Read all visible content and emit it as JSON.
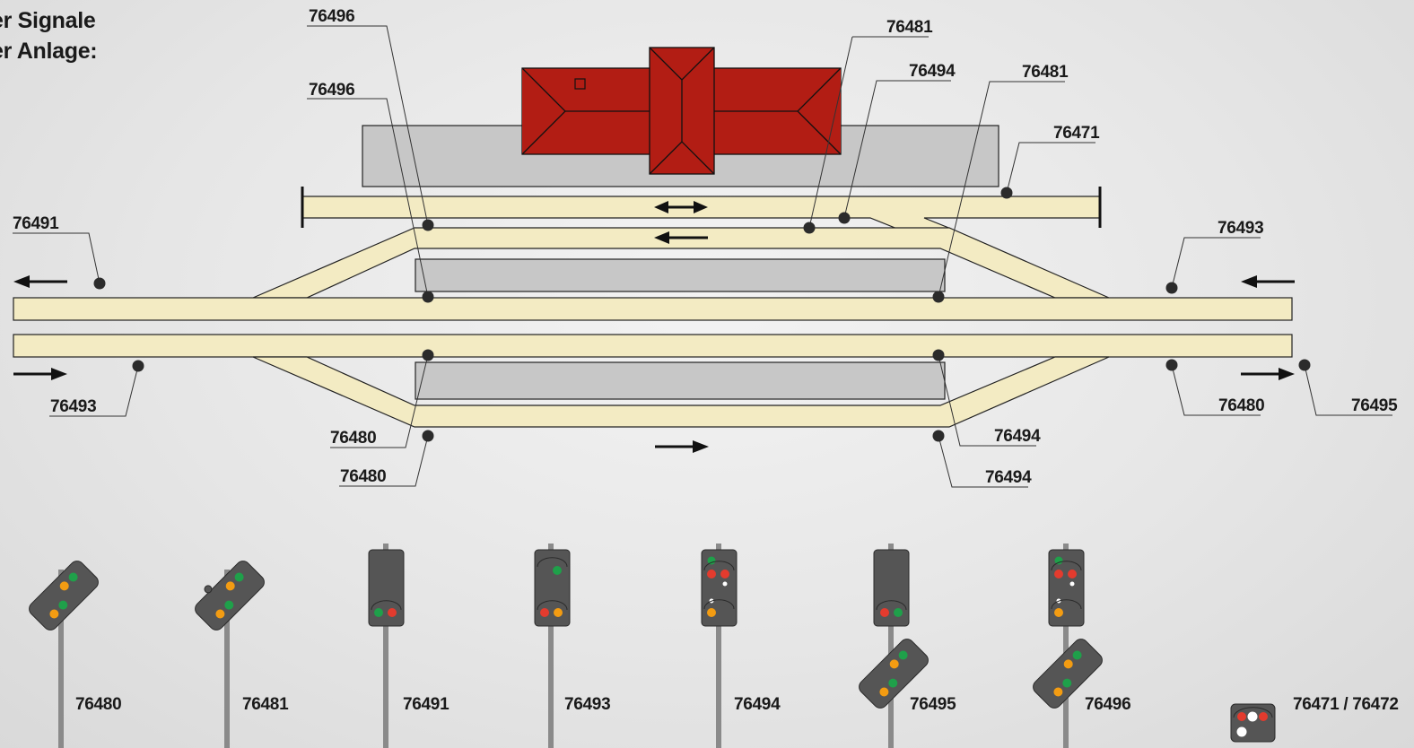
{
  "title": {
    "line1": "er Signale",
    "line2": "er Anlage:"
  },
  "colors": {
    "track_fill": "#f3ebc3",
    "platform_fill": "#c7c7c7",
    "roof_fill": "#b21d14",
    "signal_body": "#555555",
    "lamp_red": "#e33b2e",
    "lamp_green": "#1fa04a",
    "lamp_orange": "#f39c12",
    "lamp_white": "#ffffff"
  },
  "callouts": {
    "c1": "76496",
    "c2": "76496",
    "c3": "76481",
    "c4": "76494",
    "c5": "76481",
    "c6": "76471",
    "c7": "76491",
    "c8": "76493",
    "c9": "76493",
    "c10": "76480",
    "c11": "76495",
    "c12": "76480",
    "c13": "76480",
    "c14": "76494",
    "c15": "76494"
  },
  "legend": {
    "s1": "76480",
    "s2": "76481",
    "s3": "76491",
    "s4": "76493",
    "s5": "76494",
    "s6": "76495",
    "s7": "76496",
    "s8": "76471 / 76472"
  }
}
